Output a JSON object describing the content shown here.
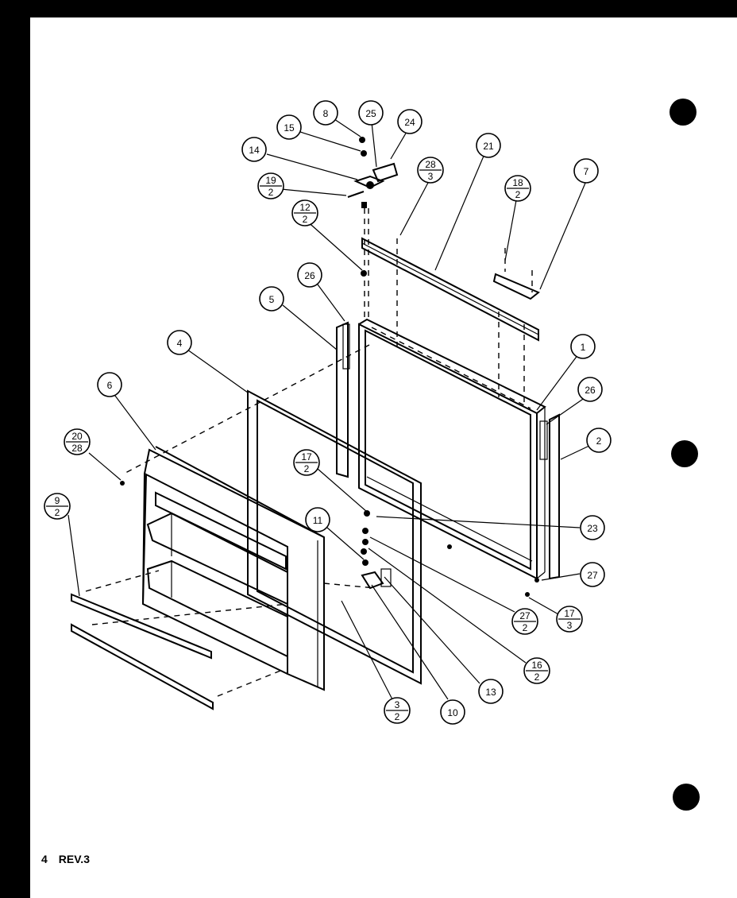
{
  "footer": {
    "page_number": "4",
    "revision": "REV.3"
  },
  "callouts": [
    {
      "id": "c8",
      "top": "8"
    },
    {
      "id": "c25",
      "top": "25"
    },
    {
      "id": "c24",
      "top": "24"
    },
    {
      "id": "c15",
      "top": "15"
    },
    {
      "id": "c14",
      "top": "14"
    },
    {
      "id": "c19",
      "top": "19",
      "bottom": "2"
    },
    {
      "id": "c28",
      "top": "28",
      "bottom": "3"
    },
    {
      "id": "c21",
      "top": "21"
    },
    {
      "id": "c18",
      "top": "18",
      "bottom": "2"
    },
    {
      "id": "c7",
      "top": "7"
    },
    {
      "id": "c12",
      "top": "12",
      "bottom": "2"
    },
    {
      "id": "c26a",
      "top": "26"
    },
    {
      "id": "c5",
      "top": "5"
    },
    {
      "id": "c4",
      "top": "4"
    },
    {
      "id": "c1",
      "top": "1"
    },
    {
      "id": "c26b",
      "top": "26"
    },
    {
      "id": "c6",
      "top": "6"
    },
    {
      "id": "c2",
      "top": "2"
    },
    {
      "id": "c20",
      "top": "20",
      "bottom": "28"
    },
    {
      "id": "c17a",
      "top": "17",
      "bottom": "2"
    },
    {
      "id": "c23",
      "top": "23"
    },
    {
      "id": "c9",
      "top": "9",
      "bottom": "2"
    },
    {
      "id": "c11",
      "top": "11"
    },
    {
      "id": "c27a",
      "top": "27"
    },
    {
      "id": "c27b",
      "top": "27",
      "bottom": "2"
    },
    {
      "id": "c17b",
      "top": "17",
      "bottom": "3"
    },
    {
      "id": "c16",
      "top": "16",
      "bottom": "2"
    },
    {
      "id": "c13",
      "top": "13"
    },
    {
      "id": "c10",
      "top": "10"
    },
    {
      "id": "c3",
      "top": "3",
      "bottom": "2"
    }
  ]
}
